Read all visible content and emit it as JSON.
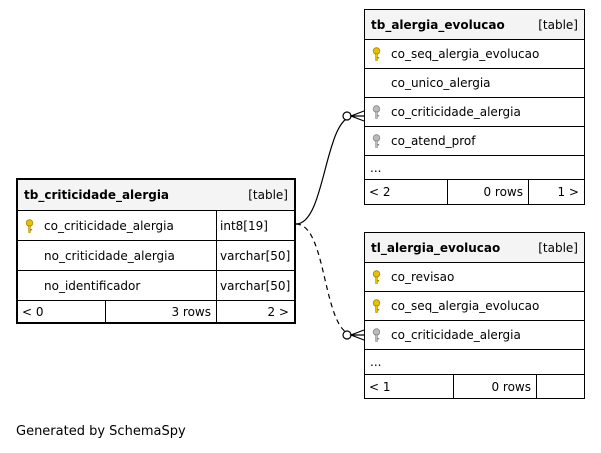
{
  "tables": {
    "criticidade": {
      "name": "tb_criticidade_alergia",
      "tag": "[table]",
      "columns": [
        {
          "name": "co_criticidade_alergia",
          "type": "int8[19]",
          "key": "gold"
        },
        {
          "name": "no_criticidade_alergia",
          "type": "varchar[50]",
          "key": "none"
        },
        {
          "name": "no_identificador",
          "type": "varchar[50]",
          "key": "none"
        }
      ],
      "footer": {
        "parents": "< 0",
        "rows": "3 rows",
        "children": "2 >"
      }
    },
    "evolucao": {
      "name": "tb_alergia_evolucao",
      "tag": "[table]",
      "columns": [
        {
          "name": "co_seq_alergia_evolucao",
          "key": "gold"
        },
        {
          "name": "co_unico_alergia",
          "key": "none"
        },
        {
          "name": "co_criticidade_alergia",
          "key": "gray"
        },
        {
          "name": "co_atend_prof",
          "key": "gray"
        }
      ],
      "ellipsis": "...",
      "footer": {
        "parents": "< 2",
        "rows": "0 rows",
        "children": "1 >"
      }
    },
    "tl_evolucao": {
      "name": "tl_alergia_evolucao",
      "tag": "[table]",
      "columns": [
        {
          "name": "co_revisao",
          "key": "gold"
        },
        {
          "name": "co_seq_alergia_evolucao",
          "key": "gold"
        },
        {
          "name": "co_criticidade_alergia",
          "key": "gray"
        }
      ],
      "ellipsis": "...",
      "footer": {
        "parents": "< 1",
        "rows": "0 rows",
        "children": ""
      }
    }
  },
  "relationships": [
    {
      "from": "tb_alergia_evolucao.co_criticidade_alergia",
      "to": "tb_criticidade_alergia.co_criticidade_alergia",
      "style": "solid"
    },
    {
      "from": "tl_alergia_evolucao.co_criticidade_alergia",
      "to": "tb_criticidade_alergia.co_criticidade_alergia",
      "style": "dashed"
    }
  ],
  "key_colors": {
    "gold": "#e8c000",
    "gray": "#aaaaaa"
  },
  "caption": "Generated by SchemaSpy"
}
